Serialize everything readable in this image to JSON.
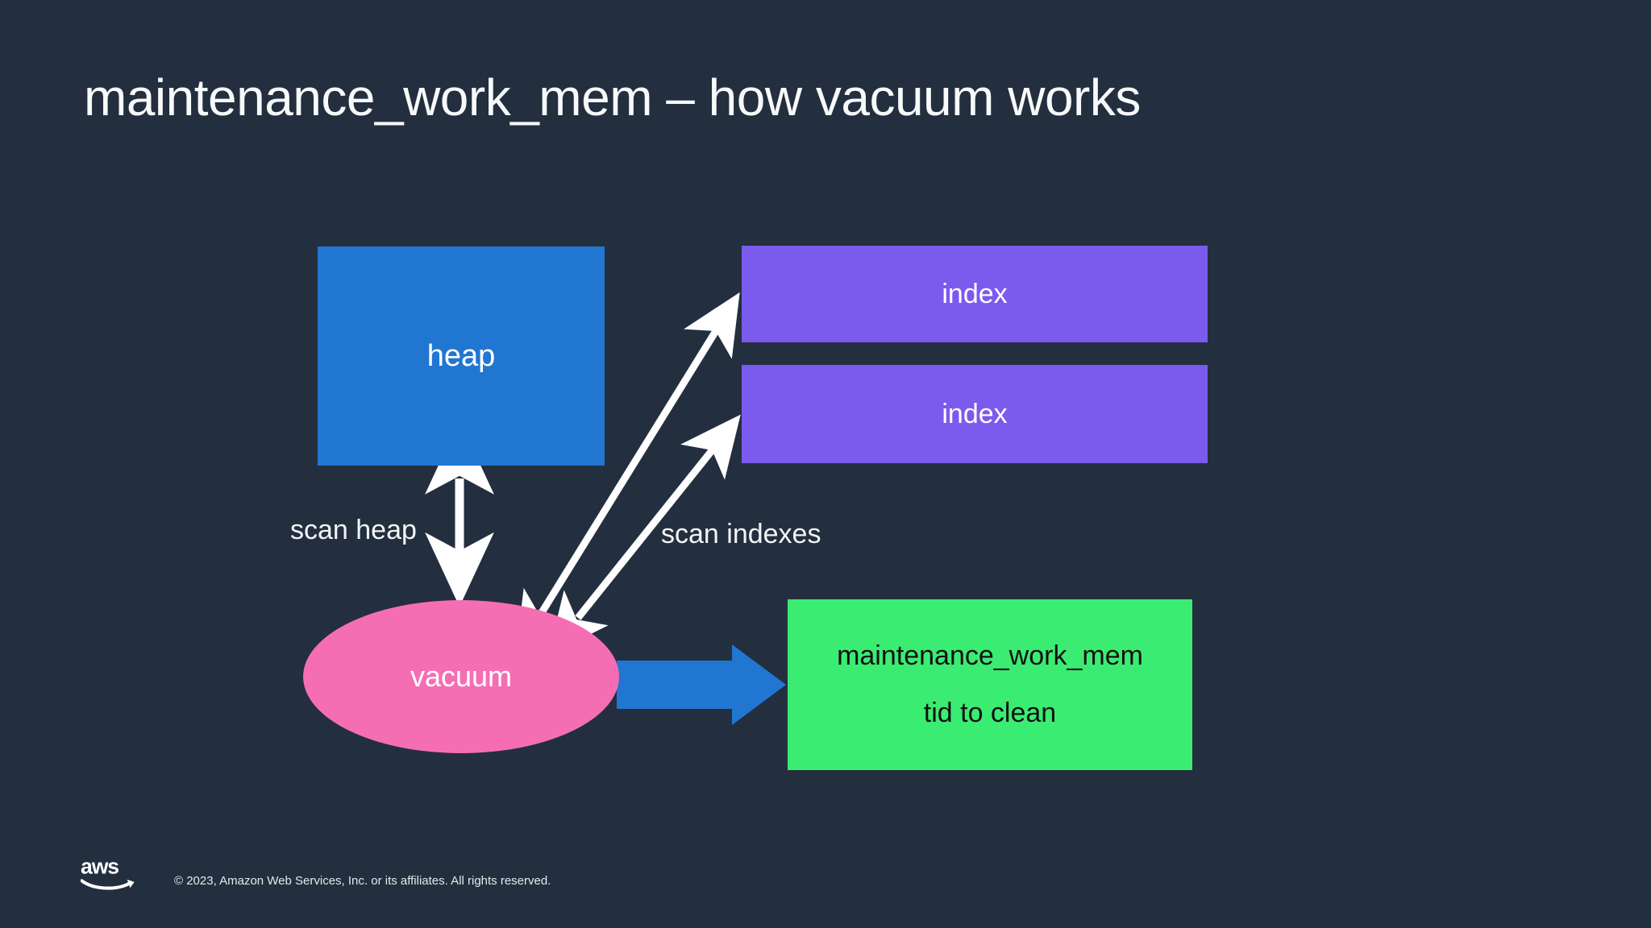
{
  "slide": {
    "title": "maintenance_work_mem – how vacuum works",
    "background_color": "#232f3e"
  },
  "diagram": {
    "nodes": {
      "heap": {
        "label": "heap",
        "color": "#2176d2",
        "shape": "rectangle"
      },
      "index_1": {
        "label": "index",
        "color": "#7b5aee",
        "shape": "rectangle"
      },
      "index_2": {
        "label": "index",
        "color": "#7b5aee",
        "shape": "rectangle"
      },
      "vacuum": {
        "label": "vacuum",
        "color": "#f56eb4",
        "shape": "ellipse"
      },
      "mwm": {
        "line_1": "maintenance_work_mem",
        "line_2": "tid to clean",
        "color": "#3bec72",
        "shape": "rectangle"
      }
    },
    "edges": {
      "scan_heap": {
        "label": "scan heap",
        "color": "#ffffff",
        "style": "double-headed-arrow"
      },
      "scan_indexes": {
        "label": "scan indexes",
        "color": "#ffffff",
        "style": "double-headed-arrow"
      },
      "vacuum_to_mwm": {
        "label": "",
        "color": "#2176d2",
        "style": "block-arrow"
      }
    }
  },
  "footer": {
    "logo": "aws-logo",
    "copyright": "© 2023, Amazon Web Services, Inc. or its affiliates. All rights reserved."
  }
}
